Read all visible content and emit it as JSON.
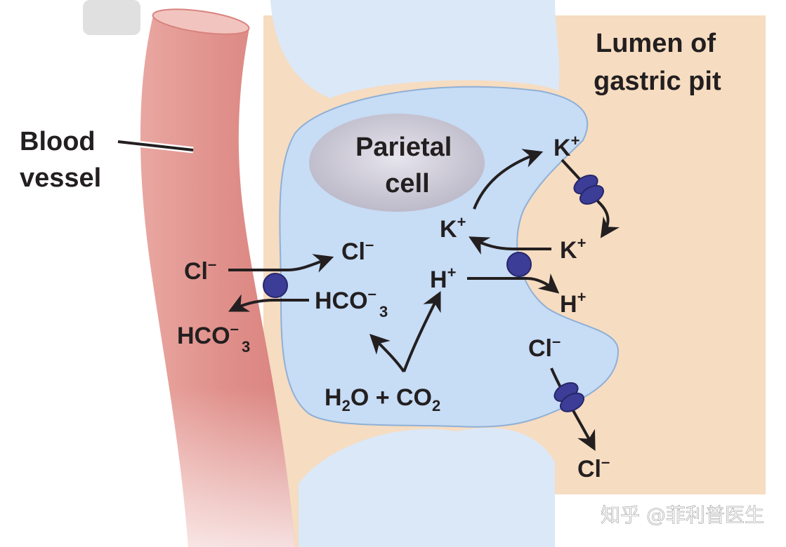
{
  "labels": {
    "blood_vessel": [
      "Blood",
      "vessel"
    ],
    "lumen": [
      "Lumen of",
      "gastric pit"
    ],
    "parietal_cell": [
      "Parietal",
      "cell"
    ]
  },
  "ions": {
    "cl_blood": {
      "base": "Cl",
      "sup": "–"
    },
    "cl_cell": {
      "base": "Cl",
      "sup": "–"
    },
    "hco3_cell": {
      "base": "HCO",
      "sub": "3",
      "sup": "–"
    },
    "hco3_blood": {
      "base": "HCO",
      "sub": "3",
      "sup": "–"
    },
    "k_top": {
      "base": "K",
      "sup": "+"
    },
    "k_cell": {
      "base": "K",
      "sup": "+"
    },
    "k_lumen": {
      "base": "K",
      "sup": "+"
    },
    "h_cell": {
      "base": "H",
      "sup": "+"
    },
    "h_lumen": {
      "base": "H",
      "sup": "+"
    },
    "cl_membrane": {
      "base": "Cl",
      "sup": "–"
    },
    "cl_lumen": {
      "base": "Cl",
      "sup": "–"
    }
  },
  "reaction": {
    "h": "H",
    "h_sub": "2",
    "o_plus": "O + CO",
    "co_sub": "2"
  },
  "watermark": "知乎 @菲利普医生",
  "colors": {
    "vessel": "#e59a94",
    "cell": "#c7dcf5",
    "tissue": "#f6dcc1",
    "nucleus": "#d3d0dc",
    "transporter": "#3c3d96"
  }
}
